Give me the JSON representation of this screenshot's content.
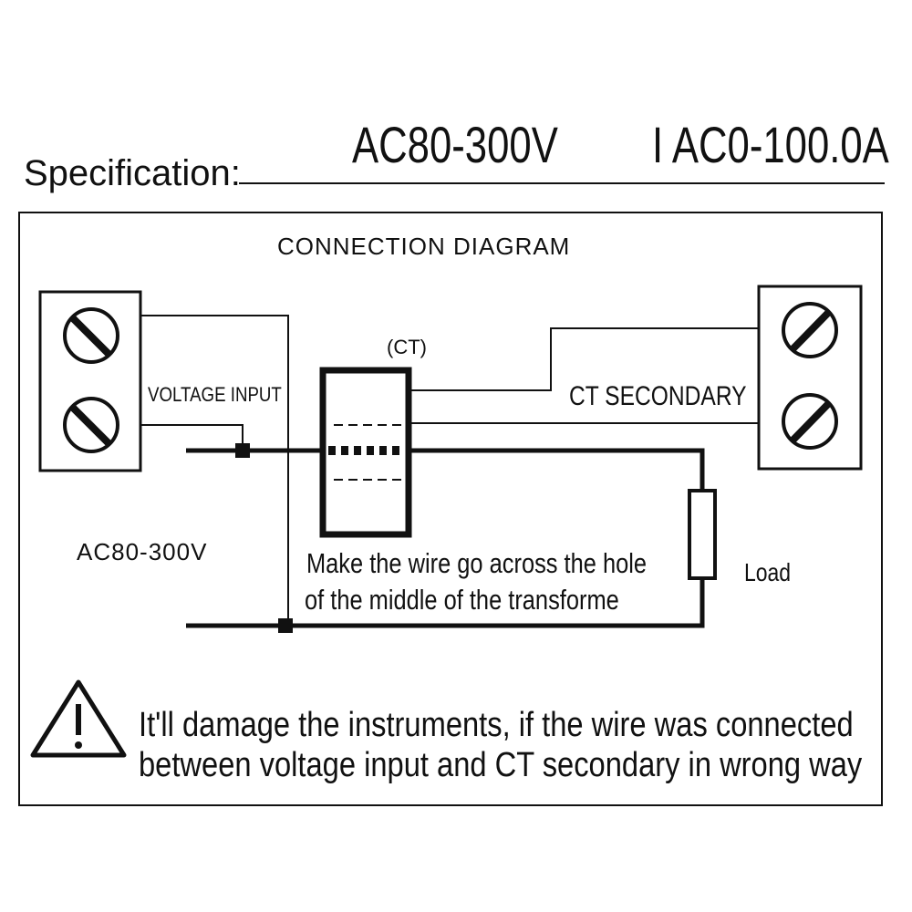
{
  "specification": {
    "label": "Specification:",
    "voltage": "AC80-300V",
    "current": "I AC0-100.0A"
  },
  "diagram": {
    "title": "CONNECTION DIAGRAM",
    "ct_label": "(CT)",
    "voltage_input_label": "VOLTAGE INPUT",
    "ct_secondary_label": "CT SECONDARY",
    "ac_range_label": "AC80-300V",
    "wire_note_line1": "Make the wire go across the hole",
    "wire_note_line2": "of the middle of the transforme",
    "load_label": "Load"
  },
  "warning": {
    "line1": "It'll damage the instruments, if the wire was connected",
    "line2": "between voltage input and CT secondary in wrong way"
  },
  "colors": {
    "ink": "#111111",
    "background": "#ffffff"
  }
}
